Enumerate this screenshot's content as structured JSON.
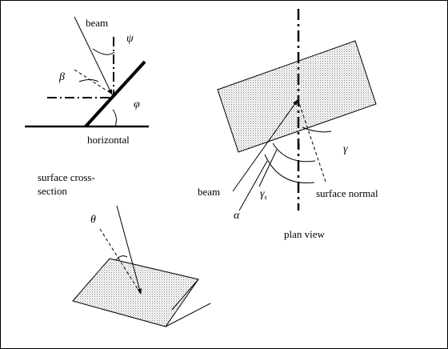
{
  "labels": {
    "beam_top": "beam",
    "psi": "ψ",
    "beta": "β",
    "phi": "φ",
    "horizontal": "horizontal",
    "cross_section_1": "surface cross-",
    "cross_section_2": "section",
    "gamma": "γ",
    "beam_plan": "beam",
    "gamma_s": "γ",
    "gamma_s_sub": "s",
    "alpha": "α",
    "surface_normal": "surface normal",
    "plan_view": "plan view",
    "theta": "θ"
  },
  "colors": {
    "line": "#000000",
    "fill_dots": "#7a7a7a",
    "background": "#ffffff"
  }
}
